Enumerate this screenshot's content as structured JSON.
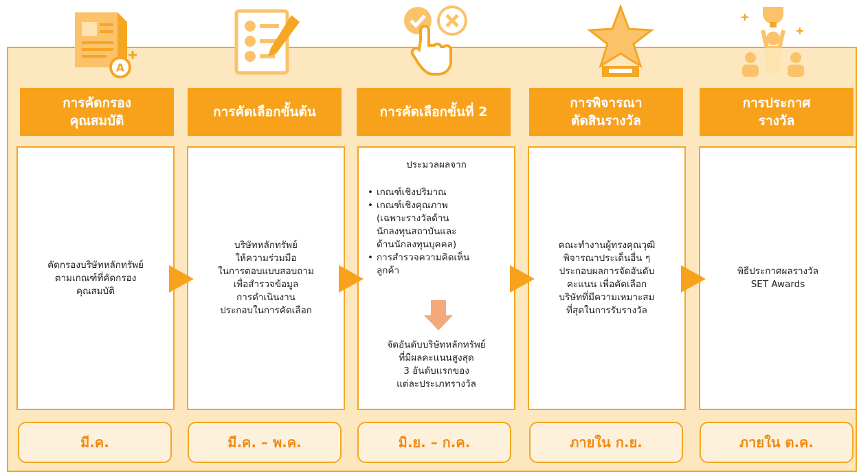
{
  "steps": [
    {
      "icon": "document-grade-icon",
      "header": [
        "การคัดกรอง",
        "คุณสมบัติ"
      ],
      "description": [
        "คัดกรองบริษัทหลักทรัพย์",
        "ตามเกณฑ์ที่คัดกรอง",
        "คุณสมบัติ"
      ],
      "timeline": "มี.ค."
    },
    {
      "icon": "checklist-pencil-icon",
      "header": [
        "การคัดเลือกขั้นต้น"
      ],
      "description": [
        "บริษัทหลักทรัพย์",
        "ให้ความร่วมมือ",
        "ในการตอบแบบสอบถาม",
        "เพื่อสำรวจข้อมูล",
        "การดำเนินงาน",
        "ประกอบในการคัดเลือก"
      ],
      "timeline": "มี.ค. – พ.ค."
    },
    {
      "icon": "tap-choice-icon",
      "header": [
        "การคัดเลือกขั้นที่ 2"
      ],
      "intro": "ประมวลผลจาก",
      "bullets": [
        [
          "เกณฑ์เชิงปริมาณ"
        ],
        [
          "เกณฑ์เชิงคุณภาพ",
          "(เฉพาะรางวัลด้าน",
          "นักลงทุนสถาบันและ",
          "ด้านนักลงทุนบุคคล)"
        ],
        [
          "การสำรวจความคิดเห็น",
          "ลูกค้า"
        ]
      ],
      "result": [
        "จัดอันดับบริษัทหลักทรัพย์",
        "ที่มีผลคะแนนสูงสุด",
        "3 อันดับแรกของ",
        "แต่ละประเภทรางวัล"
      ],
      "timeline": "มิ.ย. – ก.ค."
    },
    {
      "icon": "star-trophy-icon",
      "header": [
        "การพิจารณา",
        "ตัดสินรางวัล"
      ],
      "description": [
        "คณะทำงานผู้ทรงคุณวุฒิ",
        "พิจารณาประเด็นอื่น ๆ",
        "ประกอบผลการจัดอันดับ",
        "คะแนน เพื่อคัดเลือก",
        "บริษัทที่มีความเหมาะสม",
        "ที่สุดในการรับรางวัล"
      ],
      "timeline": "ภายใน ก.ย."
    },
    {
      "icon": "award-winners-icon",
      "header": [
        "การประกาศ",
        "รางวัล"
      ],
      "description": [
        "พิธีประกาศผลรางวัล",
        "SET Awards"
      ],
      "timeline": "ภายใน ต.ค."
    }
  ],
  "colors": {
    "accent": "#f8a21c",
    "panel": "#fde7bf",
    "timeline_text": "#f08a12"
  }
}
